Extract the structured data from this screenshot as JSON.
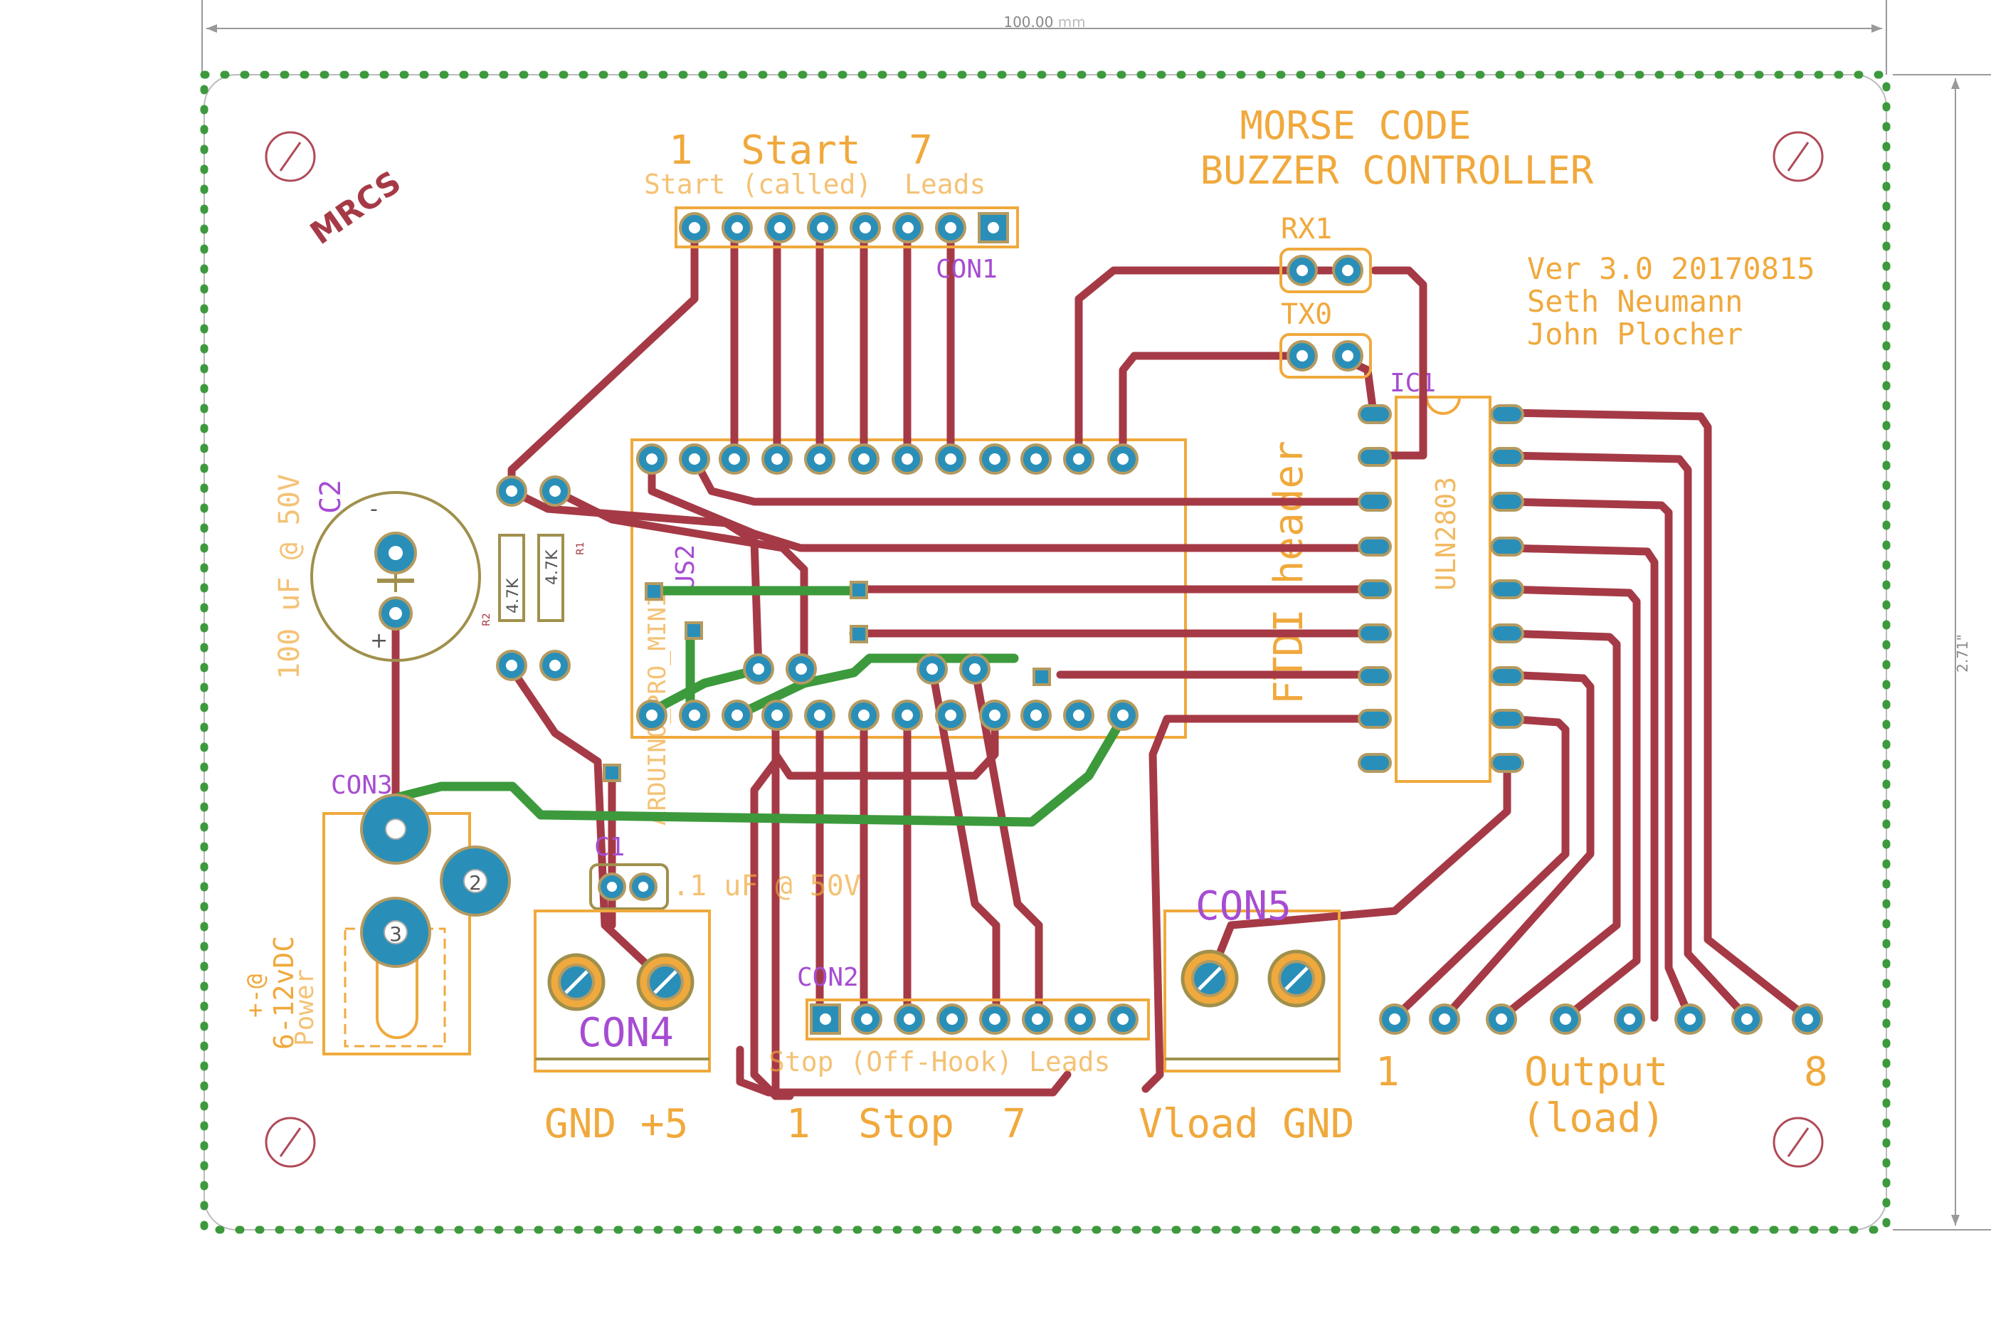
{
  "dimensions": {
    "width_label": "100.00",
    "width_unit": "mm",
    "height_label": "2.71",
    "height_unit": "\""
  },
  "title": {
    "line1": "MORSE CODE",
    "line2": "BUZZER CONTROLLER"
  },
  "version": {
    "line1": "Ver 3.0 20170815",
    "line2": "Seth Neumann",
    "line3": "John Plocher"
  },
  "logo": "MRCS",
  "con1": {
    "name": "CON1",
    "label_top": "1  Start  7",
    "label_sub": "Start (called)  Leads"
  },
  "con2": {
    "name": "CON2",
    "label_sub": "Stop (Off-Hook) Leads",
    "label_bottom": "1  Stop  7"
  },
  "con3": {
    "name": "CON3",
    "label_power": "6-12vDC",
    "label_power2": "Power",
    "pin2": "2",
    "pin3": "3",
    "pol": "+-@"
  },
  "con4": {
    "name": "CON4",
    "label": "GND +5"
  },
  "con5": {
    "name": "CON5",
    "label": "Vload GND"
  },
  "output": {
    "left": "1",
    "center1": "Output",
    "center2": "(load)",
    "right": "8"
  },
  "rx": "RX1",
  "tx": "TX0",
  "ic1": {
    "name": "IC1",
    "part": "ULN2803"
  },
  "us2": {
    "name": "US2",
    "part": "ARDUINO_PRO_MINI"
  },
  "ftdi": "FTDI header",
  "c1": {
    "name": "C1",
    "value": ".1 uF @ 50V"
  },
  "c2": {
    "name": "C2",
    "value": "100 uF @ 50V"
  },
  "r1": {
    "name": "R1",
    "value": "4.7K"
  },
  "r2": {
    "name": "R2",
    "value": "4.7K"
  }
}
